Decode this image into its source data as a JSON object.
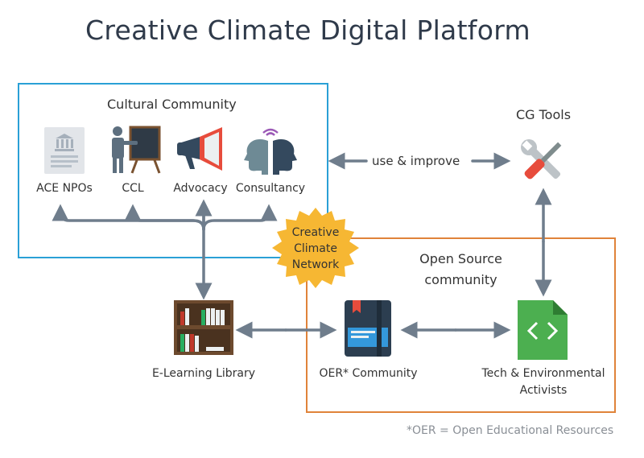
{
  "title": "Creative Climate Digital Platform",
  "cultural_community": {
    "label": "Cultural Community",
    "members": [
      {
        "label": "ACE NPOs",
        "icon": "document-building-icon"
      },
      {
        "label": "CCL",
        "icon": "teacher-board-icon"
      },
      {
        "label": "Advocacy",
        "icon": "megaphone-icon"
      },
      {
        "label": "Consultancy",
        "icon": "consulting-heads-icon"
      }
    ]
  },
  "cg_tools": {
    "label": "CG Tools",
    "icon": "wrench-screwdriver-icon"
  },
  "edge_label": "use & improve",
  "network_badge": {
    "lines": [
      "Creative",
      "Climate",
      "Network"
    ],
    "color": "#f6b733"
  },
  "open_source": {
    "label_line1": "Open Source",
    "label_line2": "community"
  },
  "nodes": {
    "library": {
      "label": "E-Learning Library",
      "icon": "bookshelf-icon"
    },
    "oer": {
      "label": "OER* Community",
      "icon": "notebook-icon"
    },
    "tech": {
      "label_line1": "Tech & Environmental",
      "label_line2": "Activists",
      "icon": "code-file-icon"
    }
  },
  "footnote": "*OER = Open Educational Resources",
  "colors": {
    "cultural_border": "#2aa0d6",
    "opensource_border": "#e0833a",
    "arrows": "#6f7d8c"
  }
}
